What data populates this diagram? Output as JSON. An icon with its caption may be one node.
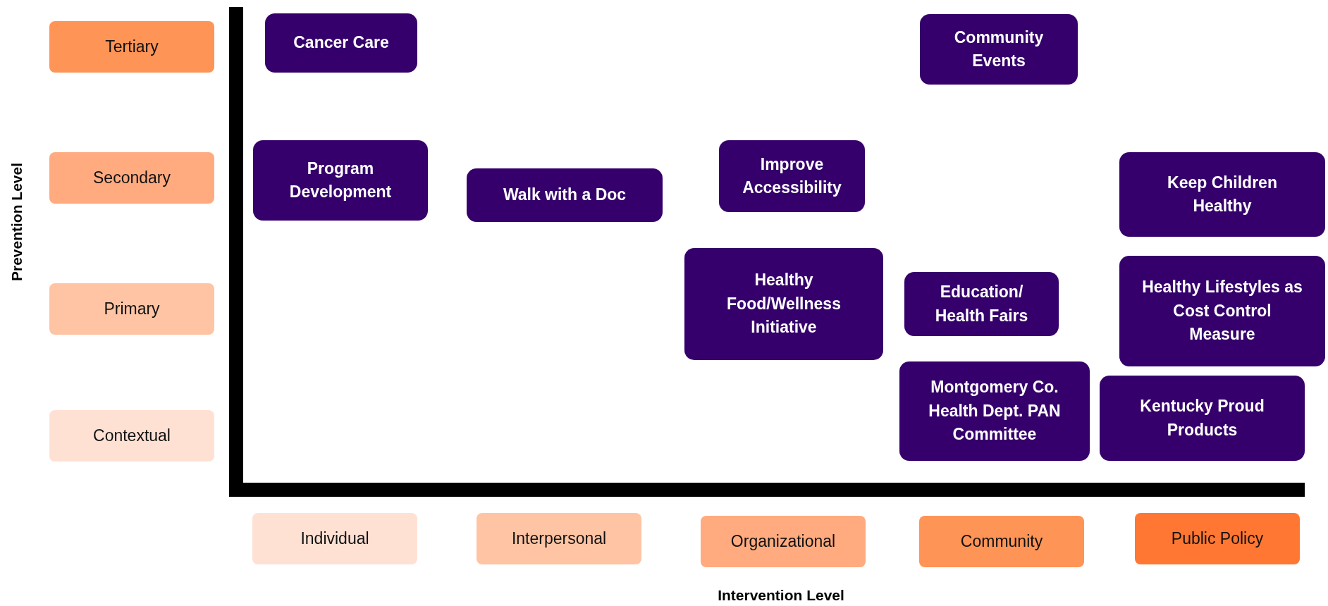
{
  "diagram": {
    "nodes": [
      {
        "text": [
          "Tertiary"
        ]
      },
      {
        "text": [
          "Cancer Care"
        ]
      },
      {
        "text": [
          "Community Events"
        ]
      },
      {
        "text": [
          "Secondary"
        ]
      },
      {
        "text": [
          "Program Development"
        ]
      },
      {
        "text": [
          "Walk with a Doc"
        ]
      },
      {
        "text": [
          "Improve Accessibility"
        ]
      },
      {
        "text": [
          "Keep Children Healthy"
        ]
      },
      {
        "text": [
          "Healthy Food/Wellness Initiative"
        ]
      },
      {
        "text": [
          "Primary"
        ]
      },
      {
        "text": [
          "Education/ Health Fairs"
        ]
      },
      {
        "text": [
          "Healthy Lifestyles as Cost Control Measure"
        ]
      },
      {
        "text": [
          "Montgomery Co. Health Dept. PAN Committee"
        ]
      },
      {
        "text": [
          "Contextual"
        ]
      },
      {
        "text": [
          "Kentucky Proud Products"
        ]
      },
      {
        "text": [
          "Individual"
        ]
      },
      {
        "text": [
          "Interpersonal"
        ]
      },
      {
        "text": [
          "Organizational"
        ]
      },
      {
        "text": [
          "Community"
        ]
      },
      {
        "text": [
          "Public Policy"
        ]
      }
    ],
    "edges": [],
    "labels": [
      "Prevention Level",
      "Intervention Level"
    ]
  }
}
